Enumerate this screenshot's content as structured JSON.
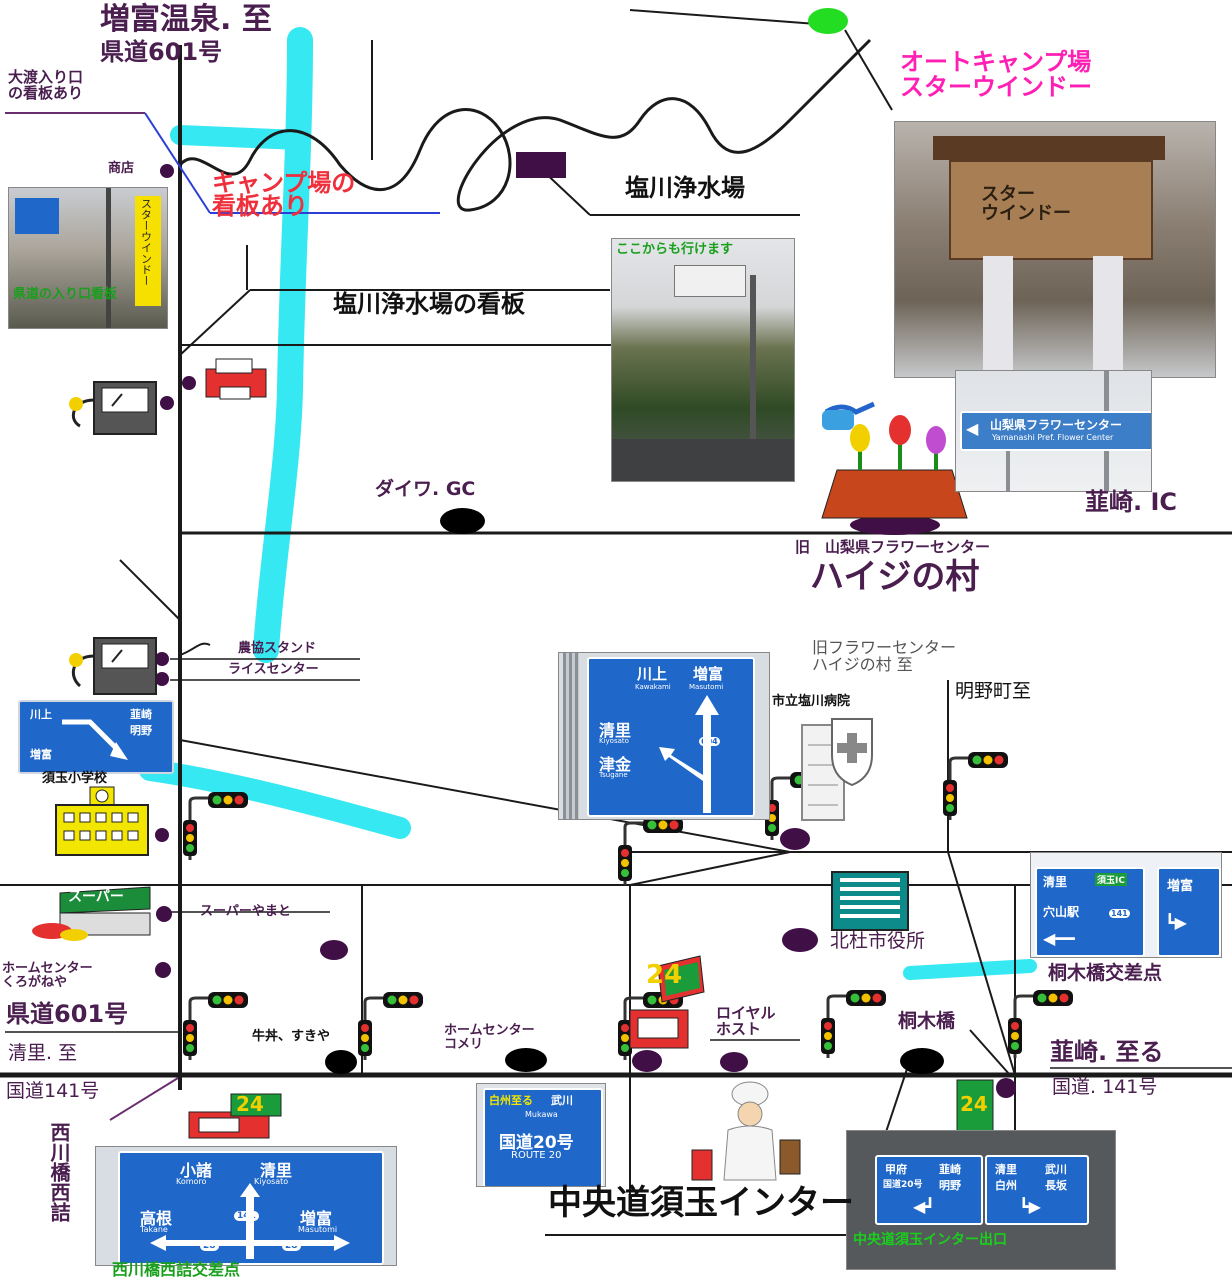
{
  "map": {
    "labels": {
      "masutomi_onsen": "増富温泉. 至",
      "pref_road_601_top": "県道601号",
      "owatari_sign": "大渡入り口\nの看板あり",
      "shop": "商店",
      "camp_sign": "キャンプ場の\n看板あり",
      "shiokawa_plant": "塩川浄水場",
      "shiokawa_plant_sign": "塩川浄水場の看板",
      "pref_road_entrance": "県道の入り口看板",
      "star_wind_sign_text": "スターウインドー",
      "kokokara": "ここからも行けます",
      "auto_camp": "オートキャンプ場\nスターウインドー",
      "star_wind_board": "スター\nウインドー",
      "flower_center_sign": "山梨県フラワーセンター",
      "flower_center_sign_en": "Yamanashi Pref. Flower Center",
      "nirasaki_ic": "韮崎. IC",
      "daiwa_gc": "ダイワ. GC",
      "old_flower_center_top": "旧　山梨県フラワーセンター",
      "heidi_village": "ハイジの村",
      "nokyo_stand": "農協スタンド",
      "rice_center": "ライスセンター",
      "old_flower_center_2": "旧フラワーセンター\nハイジの村 至",
      "akeno": "明野町至",
      "hospital": "市立塩川病院",
      "sutama_school": "須玉小学校",
      "super_yamato": "スーパーやまと",
      "super_logo": "スーパー",
      "home_center_kurogane": "ホームセンター\nくろがねや",
      "hokuto_city_hall": "北杜市役所",
      "kiriki_intersection": "桐木橋交差点",
      "pref_road_601_bottom": "県道601号",
      "kiyosato_to": "清里. 至",
      "gyudon": "牛丼、すきや",
      "home_center_komeri": "ホームセンター\nコメリ",
      "royal_host": "ロイヤル\nホスト",
      "kiriki_bridge": "桐木橋",
      "nirasaki_to": "韮崎. 至る",
      "route141_left": "国道141号",
      "route141_right": "国道. 141号",
      "nishikawa_vertical": "西川橋西詰",
      "nishikawa_intersection": "西川橋西詰交差点",
      "chuo_sutama_ic": "中央道須玉インター",
      "chuo_sutama_exit": "中央道須玉インター出口",
      "store_24": "24"
    },
    "signs": {
      "kawakami_sign": {
        "kawakami": "川上",
        "masutomi": "増富",
        "kawakami_en": "Kawakami",
        "masutomi_en": "Masutomi",
        "kiyosato": "清里",
        "kiyosato_en": "Kiyosato",
        "tsugane": "津金",
        "tsugane_en": "Tsugane",
        "route_no": "604"
      },
      "small_left_sign": {
        "kawakami": "川上",
        "nirasaki": "韮崎",
        "akeno": "明野",
        "masutomi": "増富"
      },
      "kiriki_sign": {
        "kiyosato": "清里",
        "sutama_ic": "須玉IC",
        "anayama": "穴山駅",
        "masutomi": "増富",
        "route": "141"
      },
      "mukawa_sign": {
        "hakushu": "白州至る",
        "mukawa": "武川",
        "mukawa_en": "Mukawa",
        "route20": "国道20号",
        "route20_en": "ROUTE 20"
      },
      "nishikawa_sign": {
        "komoro": "小諸",
        "kiyosato": "清里",
        "komoro_en": "Komoro",
        "kiyosato_en": "Kiyosato",
        "takane": "高根",
        "masutomi": "増富",
        "takane_en": "Takane",
        "masutomi_en": "Masutomi",
        "route141": "141",
        "route28": "28"
      },
      "exit_sign_left": {
        "kofu": "甲府",
        "nirasaki": "韮崎",
        "route20": "国道20号",
        "akeno": "明野"
      },
      "exit_sign_right": {
        "kiyosato": "清里",
        "mukawa": "武川",
        "hakushu": "白州",
        "nagasaka": "長坂"
      }
    },
    "colors": {
      "river": "#35e8f2",
      "road": "#1a1a1a",
      "label_purple": "#4a1e4f",
      "label_red": "#ef2f3c",
      "label_magenta": "#ff1fb4",
      "label_green": "#18a01c",
      "sign_blue": "#1f67c9"
    }
  }
}
